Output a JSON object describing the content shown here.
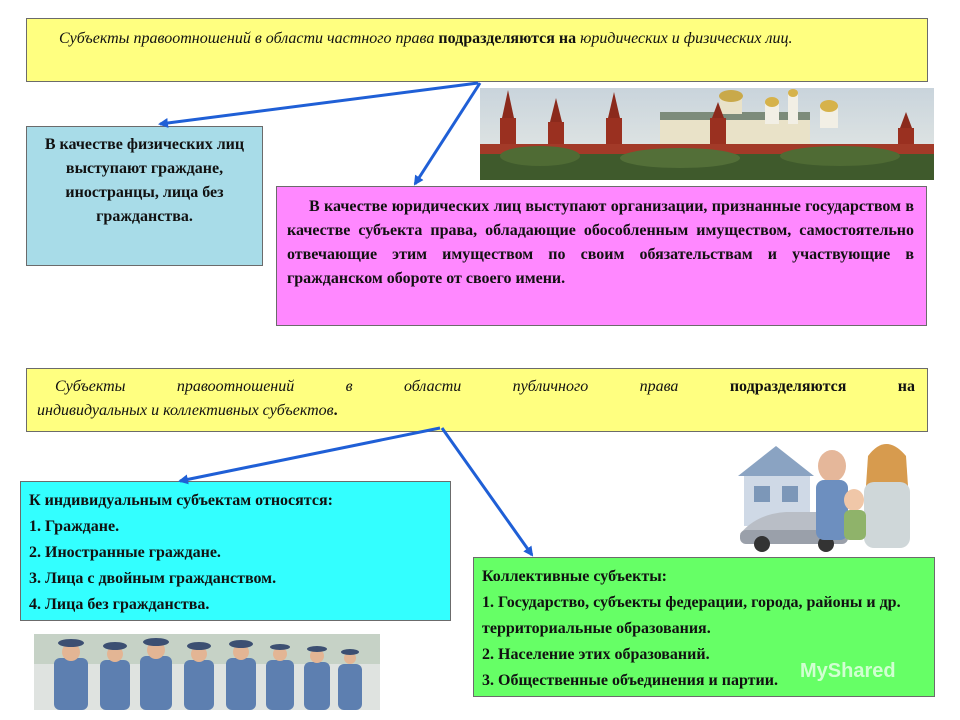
{
  "private": {
    "italic1": "Субъекты правоотношений в области частного права",
    "bold1": " подразделяются на ",
    "italic2": "юридических и физических лиц."
  },
  "physical": {
    "text": "В качестве физических лиц выступают граждане, иностранцы, лица без гражданства."
  },
  "legal": {
    "text": "В качестве юридических лиц выступают организации, признанные государством в качестве субъекта права, обладающие обособленным имуществом, самостоятельно отвечающие этим имуществом по своим обязательствам и участвующие в гражданском обороте от своего имени."
  },
  "public": {
    "italic1": "Субъекты правоотношений в области публичного права",
    "bold1": " подразделяются на",
    "italic2": "индивидуальных и коллективных субъектов",
    "bold2": "."
  },
  "individual": {
    "title": "К индивидуальным субъектам относятся:",
    "items": [
      "1. Граждане.",
      "2. Иностранные граждане.",
      "3. Лица с двойным гражданством.",
      "4. Лица без гражданства."
    ]
  },
  "collective": {
    "title": "Коллективные субъекты:",
    "items": [
      "1. Государство, субъекты федерации, города, районы и др. территориальные образования.",
      "2. Население этих образований.",
      "3. Общественные объединения и партии."
    ]
  },
  "watermark": "MyShared",
  "colors": {
    "yellow": "#ffff80",
    "light_blue": "#a8dce8",
    "pink": "#ff88ff",
    "cyan": "#33ffff",
    "green": "#66ff66",
    "arrow": "#1f5fd6"
  }
}
